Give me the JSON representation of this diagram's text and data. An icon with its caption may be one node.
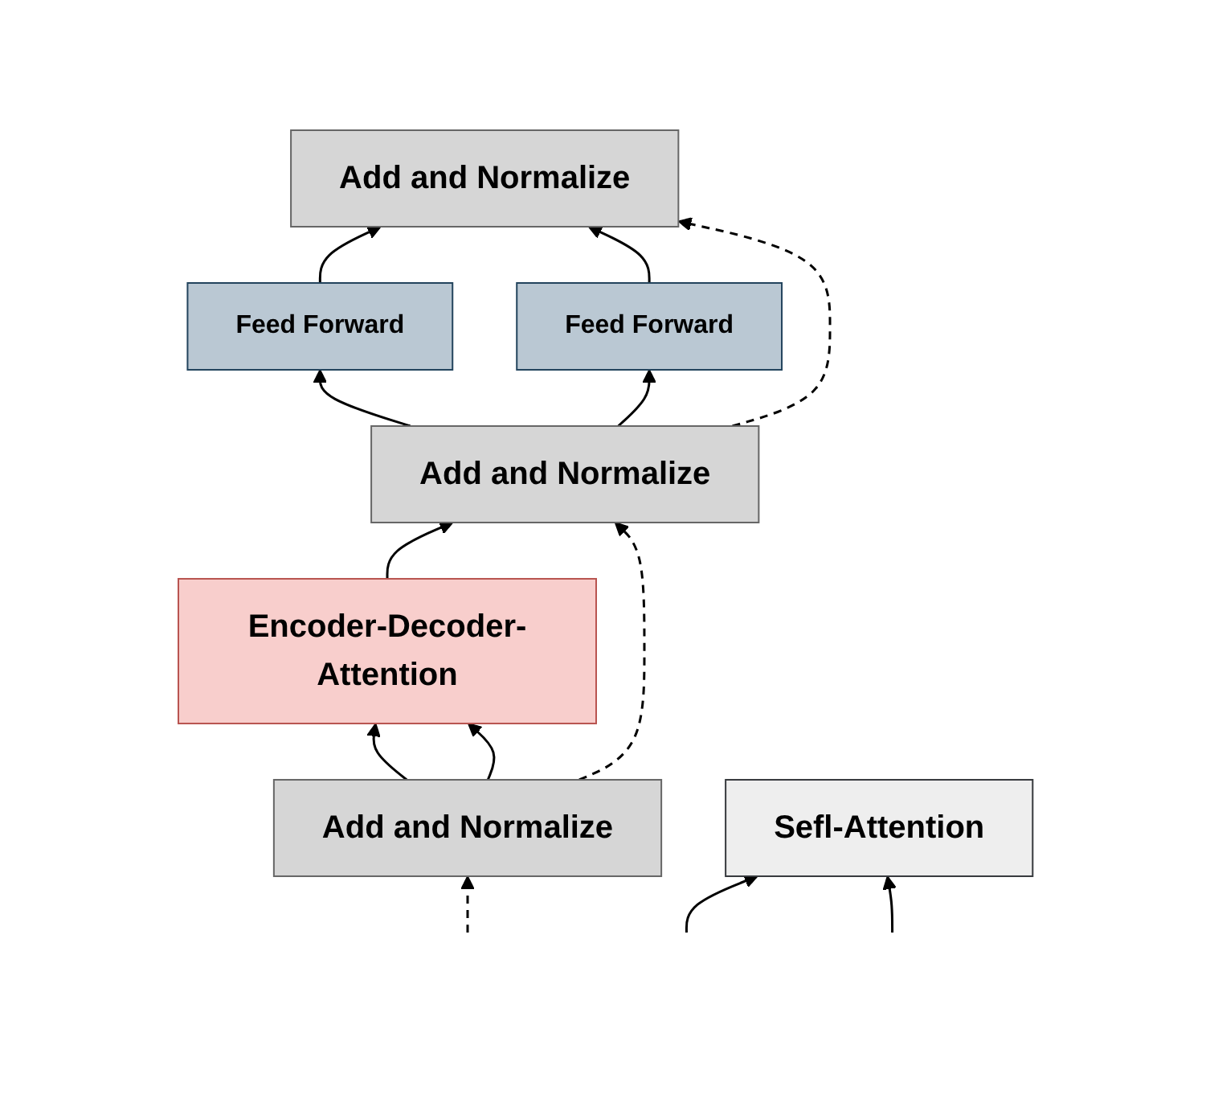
{
  "diagram": {
    "nodes": [
      {
        "text": [
          "Add and Normalize"
        ]
      },
      {
        "text": [
          "Feed Forward"
        ]
      },
      {
        "text": [
          "Feed Forward"
        ]
      },
      {
        "text": [
          "Add and Normalize"
        ]
      },
      {
        "text": [
          "Encoder-Decoder-Attention"
        ]
      },
      {
        "text": [
          "Add and Normalize"
        ]
      },
      {
        "text": [
          "Sefl-Attention"
        ]
      }
    ],
    "edges": [
      {
        "from": 1,
        "to": 0,
        "arrow": "to"
      },
      {
        "from": 2,
        "to": 0,
        "arrow": "to"
      },
      {
        "from": 3,
        "to": 1,
        "arrow": "to"
      },
      {
        "from": 3,
        "to": 2,
        "arrow": "to"
      },
      {
        "from": 3,
        "to": 0,
        "arrow": "to",
        "style": "dashed"
      },
      {
        "from": 4,
        "to": 3,
        "arrow": "to"
      },
      {
        "from": 5,
        "to": 4,
        "arrow": "to"
      },
      {
        "from": 5,
        "to": 4,
        "arrow": "to"
      },
      {
        "from": 5,
        "to": 3,
        "arrow": "to",
        "style": "dashed"
      },
      {
        "from": null,
        "to": 6,
        "arrow": "to"
      },
      {
        "from": null,
        "to": 6,
        "arrow": "to"
      },
      {
        "from": null,
        "to": 5,
        "arrow": "to",
        "style": "dashed"
      }
    ]
  }
}
